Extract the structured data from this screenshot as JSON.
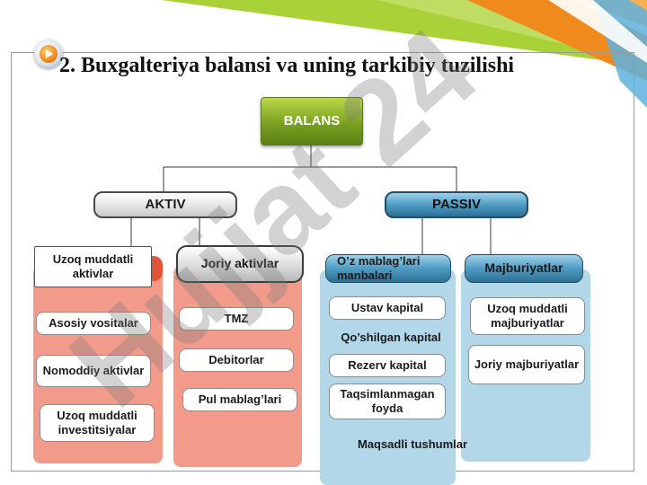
{
  "title": "2. Buxgalteriya balansi va uning tarkibiy tuzilishi",
  "watermark": "Hujjat 24",
  "colors": {
    "balans": "#7aa020",
    "aktiv_columns": "#f39b8b",
    "passiv_columns": "#b2d7e9",
    "passiv_header": "#4e9cc4",
    "stripe_green": "#a8d238",
    "stripe_orange": "#f08a1c",
    "stripe_blue": "#5fb1de"
  },
  "diagram": {
    "root": "BALANS",
    "aktiv": {
      "label": "AKTIV",
      "groups": [
        {
          "header": "Uzoq muddatli aktivlar",
          "items": [
            "Asosiy vositalar",
            "Nomoddiy aktivlar",
            "Uzoq muddatli investitsiyalar"
          ]
        },
        {
          "header": "Joriy aktivlar",
          "items": [
            "TMZ",
            "Debitorlar",
            "Pul mablag’lari"
          ]
        }
      ]
    },
    "passiv": {
      "label": "PASSIV",
      "groups": [
        {
          "header": "O’z mablag’lari manbalari",
          "items": [
            "Ustav kapital",
            "Qo’shilgan kapital",
            "Rezerv kapital",
            "Taqsimlanmagan foyda",
            "Maqsadli tushumlar"
          ]
        },
        {
          "header": "Majburiyatlar",
          "items": [
            "Uzoq muddatli majburiyatlar",
            "Joriy majburiyatlar"
          ]
        }
      ]
    }
  }
}
